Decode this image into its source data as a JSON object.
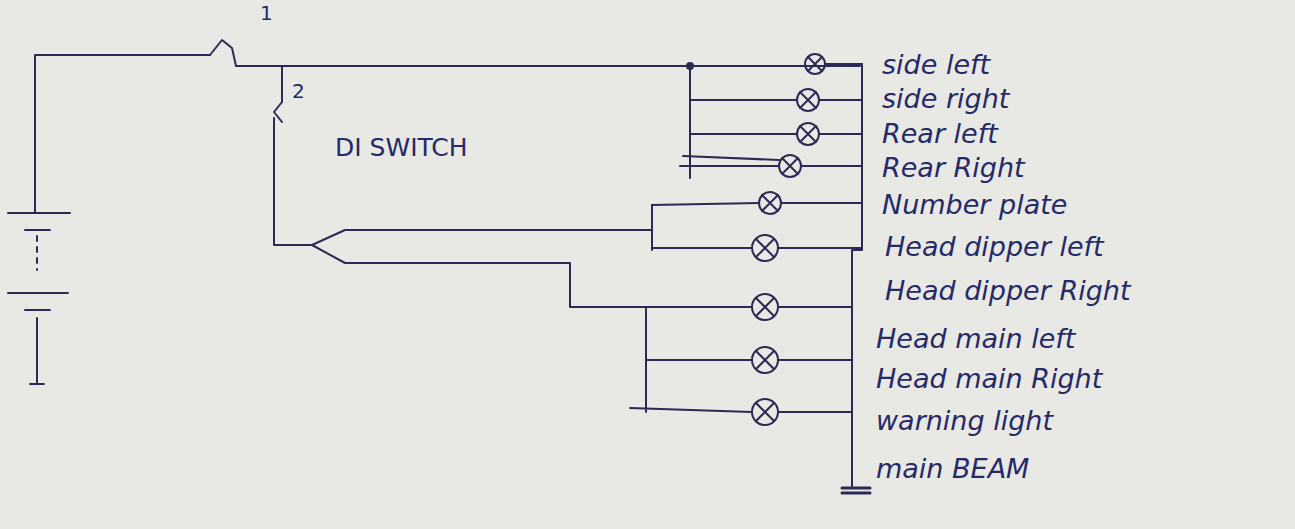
{
  "diagram": {
    "labels": [
      "1",
      "2",
      "DI SWITCH",
      "side left",
      "side right",
      "Rear left",
      "Rear Right",
      "Number plate",
      "Head dipper left",
      "Head dipper Right",
      "Head main left",
      "Head main Right",
      "warning light",
      "main BEAM"
    ]
  }
}
